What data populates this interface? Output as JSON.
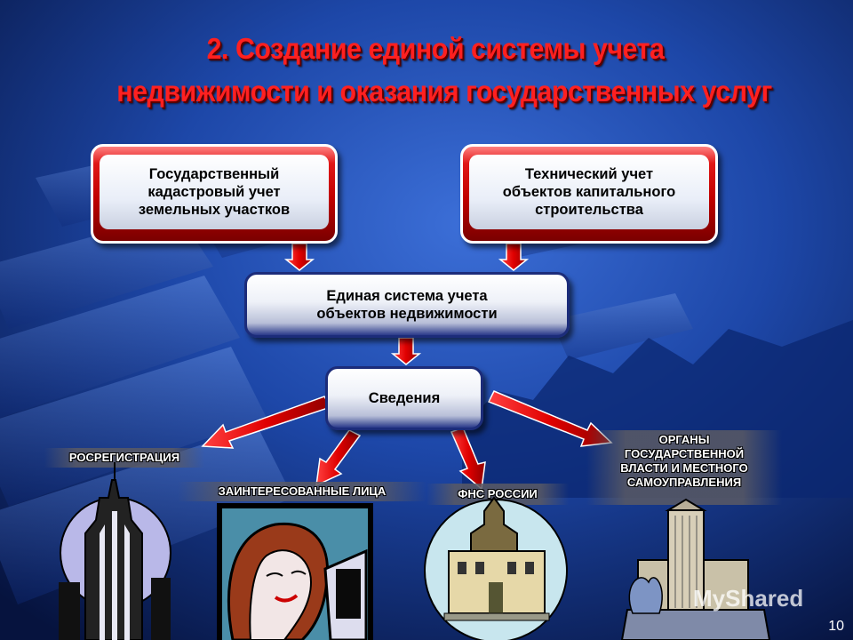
{
  "slide": {
    "title_line1": "2. Создание единой системы учета",
    "title_line2": "недвижимости и оказания государственных услуг",
    "page_number": "10",
    "watermark": "MyShared"
  },
  "boxes": {
    "cadastral": [
      "Государственный",
      "кадастровый учет",
      "земельных участков"
    ],
    "technical": [
      "Технический учет",
      "объектов капитального",
      "строительства"
    ],
    "unified": [
      "Единая система учета",
      "объектов недвижимости"
    ],
    "info": "Сведения"
  },
  "recipients": {
    "rosreg": "РОСРЕГИСТРАЦИЯ",
    "interested": "ЗАИНТЕРЕСОВАННЫЕ ЛИЦА",
    "fns": "ФНС РОССИИ",
    "authorities": [
      "ОРГАНЫ",
      "ГОСУДАРСТВЕННОЙ",
      "ВЛАСТИ И МЕСТНОГО",
      "САМОУПРАВЛЕНИЯ"
    ]
  },
  "colors": {
    "accent_red": "#cc0000",
    "title_red": "#ff2020",
    "bg_blue": "#1a3a9a"
  }
}
